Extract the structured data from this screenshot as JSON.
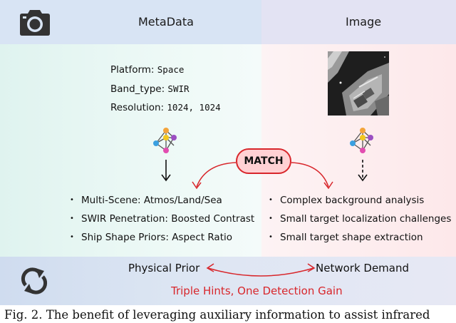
{
  "header": {
    "left_title": "MetaData",
    "right_title": "Image"
  },
  "metadata": {
    "fields": [
      {
        "label": "Platform:",
        "value": "Space"
      },
      {
        "label": "Band_type:",
        "value": "SWIR"
      },
      {
        "label": "Resolution:",
        "value": "1024, 1024"
      }
    ]
  },
  "match_label": "MATCH",
  "left_bullets": [
    "Multi-Scene: Atmos/Land/Sea",
    "SWIR Penetration: Boosted Contrast",
    "Ship Shape Priors: Aspect Ratio"
  ],
  "right_bullets": [
    "Complex background analysis",
    "Small target localization challenges",
    "Small target shape extraction"
  ],
  "bottom": {
    "left_label": "Physical Prior",
    "right_label": "Network Demand",
    "tagline": "Triple Hints, One Detection Gain"
  },
  "caption": "Fig. 2.   The benefit of leveraging auxiliary information to assist infrared",
  "icons": {
    "top_left": "camera-icon",
    "bottom_left": "sync-arrows-icon",
    "network": "network-nodes-icon"
  },
  "colors": {
    "accent_red": "#d8262b",
    "match_fill": "#ffd1d4",
    "node_orange": "#f3a43b",
    "node_purple": "#9b4fc2",
    "node_blue": "#3aa0e0",
    "node_pink": "#e24db0",
    "node_yellow": "#f2c81f"
  }
}
